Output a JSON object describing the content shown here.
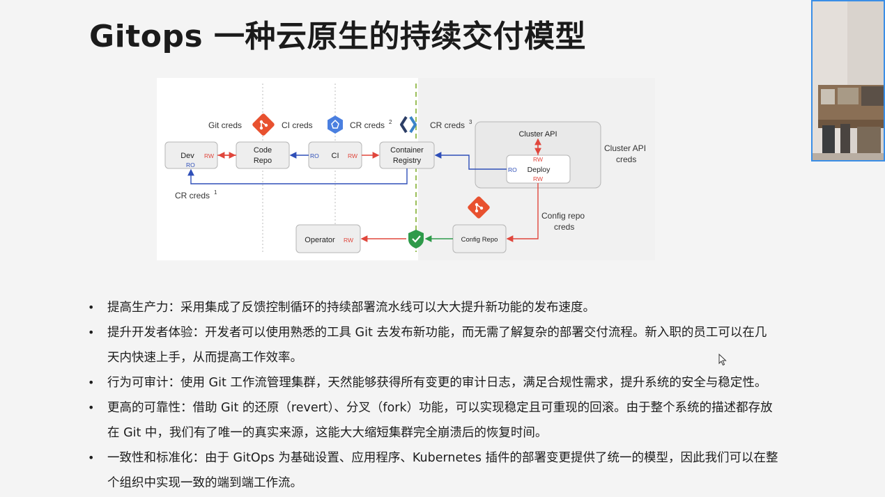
{
  "slide": {
    "title": "Gitops 一种云原生的持续交付模型"
  },
  "diagram": {
    "labels": {
      "git_creds": "Git creds",
      "ci_creds": "CI creds",
      "cr_creds2": "CR creds",
      "cr_creds2_sup": "2",
      "cr_creds3": "CR creds",
      "cr_creds3_sup": "3",
      "cr_creds1": "CR creds",
      "cr_creds1_sup": "1",
      "cluster_api_creds_1": "Cluster API",
      "cluster_api_creds_2": "creds",
      "config_repo_creds_1": "Config repo",
      "config_repo_creds_2": "creds"
    },
    "boxes": {
      "dev": "Dev",
      "code_repo_1": "Code",
      "code_repo_2": "Repo",
      "ci": "CI",
      "container_registry_1": "Container",
      "container_registry_2": "Registry",
      "cluster_api": "Cluster API",
      "deploy": "Deploy",
      "operator": "Operator",
      "config_repo": "Config Repo"
    },
    "tags": {
      "rw": "RW",
      "ro": "RO"
    },
    "colors": {
      "rw": "#e0463c",
      "ro": "#2f4fb8",
      "git_logo": "#e8512f",
      "shield": "#2e9a4a",
      "gcp_badge": "#4a7fe0",
      "dashed_green": "#9bbf5a"
    }
  },
  "bullets": [
    {
      "lines": [
        "提高生产力：采用集成了反馈控制循环的持续部署流水线可以大大提升新功能的发布速度。"
      ]
    },
    {
      "lines": [
        "提升开发者体验：开发者可以使用熟悉的工具 Git 去发布新功能，而无需了解复杂的部署交付流程。新入职的员工可以在几",
        "天内快速上手，从而提高工作效率。"
      ]
    },
    {
      "lines": [
        "行为可审计：使用 Git 工作流管理集群，天然能够获得所有变更的审计日志，满足合规性需求，提升系统的安全与稳定性。"
      ]
    },
    {
      "lines": [
        "更高的可靠性：借助 Git 的还原（revert）、分叉（fork）功能，可以实现稳定且可重现的回滚。由于整个系统的描述都存放",
        "在 Git 中，我们有了唯一的真实来源，这能大大缩短集群完全崩溃后的恢复时间。"
      ]
    },
    {
      "lines": [
        "一致性和标准化：由于 GitOps 为基础设置、应用程序、Kubernetes 插件的部署变更提供了统一的模型，因此我们可以在整",
        "个组织中实现一致的端到端工作流。"
      ]
    }
  ],
  "bullet_symbol": "•"
}
